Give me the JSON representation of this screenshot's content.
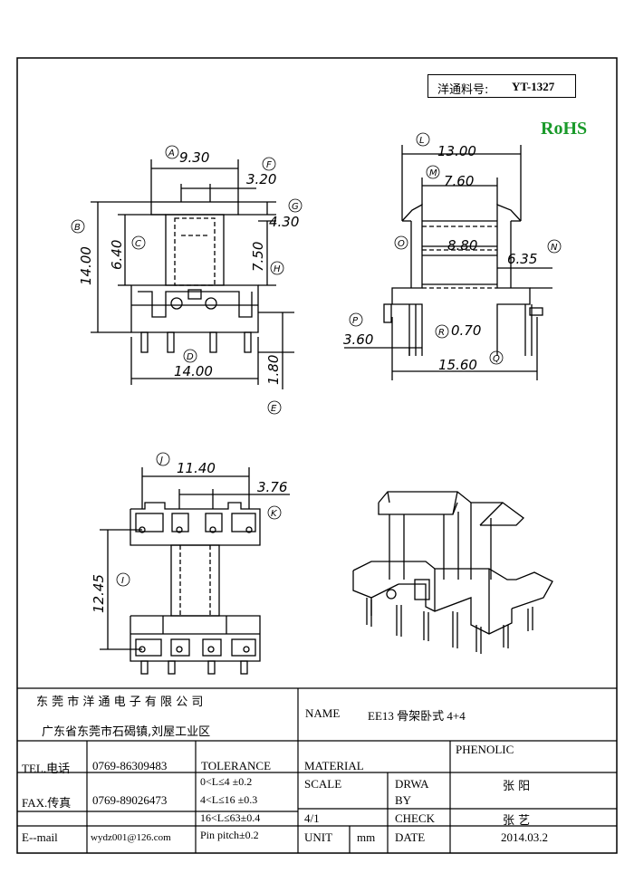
{
  "header": {
    "part_label": "洋通料号:",
    "part_no": "YT-1327",
    "rohs": "RoHS"
  },
  "drawing": {
    "dimensions": {
      "A": "9.30",
      "F": "3.20",
      "G": "4.30",
      "B": "14.00",
      "C": "6.40",
      "H": "7.50",
      "D": "14.00",
      "E": "1.80",
      "L": "13.00",
      "M": "7.60",
      "O": "8.80",
      "N": "6.35",
      "P": "3.60",
      "R": "0.70",
      "Q": "15.60",
      "J": "11.40",
      "K": "3.76",
      "I": "12.45"
    }
  },
  "title_block": {
    "company_name": "东 莞 市 洋 通 电 子 有 限 公 司",
    "company_address": "广东省东莞市石碣镇,刘屋工业区",
    "name_label": "NAME",
    "name_value": "EE13  骨架卧式 4+4",
    "tel_label": "TEL.电话",
    "tel_value": "0769-86309483",
    "fax_label": "FAX.传真",
    "fax_value": "0769-89026473",
    "email_label": "E--mail",
    "email_value": "wydz001@126.com",
    "tolerance_label": "TOLERANCE",
    "tolerance_rows": [
      "0<L≤4   ±0.2",
      "4<L≤16  ±0.3",
      "16<L≤63±0.4",
      "Pin pitch±0.2"
    ],
    "material_label": "MATERIAL",
    "material_value": "PHENOLIC",
    "scale_label": "SCALE",
    "scale_value": "4/1",
    "drawn_label_1": "DRWA",
    "drawn_label_2": "BY",
    "drawn_value": "张 阳",
    "check_label": "CHECK",
    "check_value": "张 艺",
    "unit_label": "UNIT",
    "unit_value": "mm",
    "date_label": "DATE",
    "date_value": "2014.03.2"
  }
}
